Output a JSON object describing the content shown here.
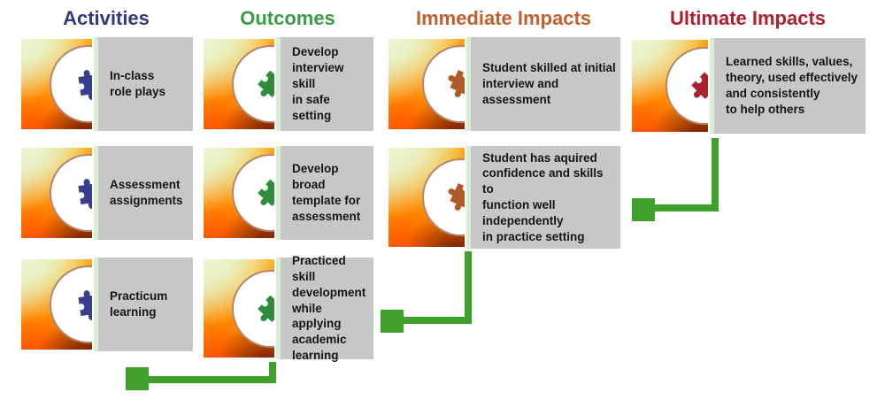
{
  "palette": {
    "connector_green": "#3FA12B",
    "card_text_bg": "#C7C7C7",
    "divider_green": "#D9ECD4"
  },
  "columns": [
    {
      "header": "Activities",
      "header_color": "#333A7C",
      "puzzle_color": "#383E8B",
      "cards": [
        {
          "text": "In-class\nrole plays"
        },
        {
          "text": "Assessment\nassignments"
        },
        {
          "text": "Practicum\nlearning"
        }
      ]
    },
    {
      "header": "Outcomes",
      "header_color": "#3B9B45",
      "puzzle_color": "#2E8C3C",
      "cards": [
        {
          "text": "Develop\ninterview skill\nin safe setting"
        },
        {
          "text": "Develop broad\ntemplate for\nassessment"
        },
        {
          "text": "Practiced skill\ndevelopment\nwhile applying\nacademic\nlearning"
        }
      ]
    },
    {
      "header": "Immediate Impacts",
      "header_color": "#C2602D",
      "puzzle_color": "#B05A28",
      "cards": [
        {
          "text": "Student skilled at initial\ninterview and assessment"
        },
        {
          "text": "Student has aquired\nconfidence and skills to\nfunction well independently\nin practice setting"
        }
      ]
    },
    {
      "header": "Ultimate Impacts",
      "header_color": "#B01F2E",
      "puzzle_color": "#A92430",
      "cards": [
        {
          "text": "Learned skills, values,\ntheory, used effectively\nand consistently\nto help others"
        }
      ]
    }
  ]
}
